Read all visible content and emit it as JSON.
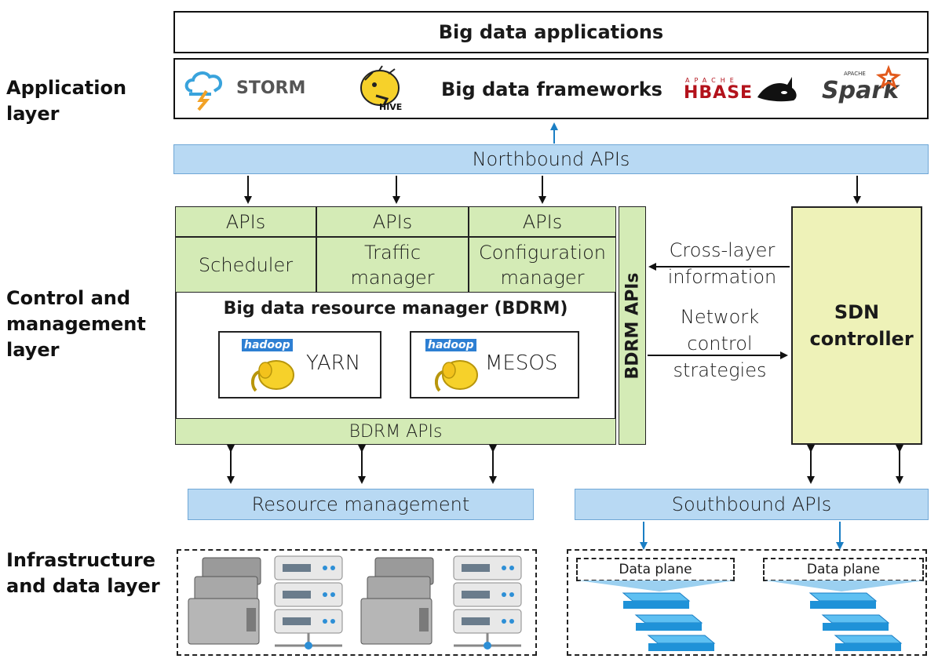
{
  "layers": {
    "application": "Application layer",
    "control": "Control and management layer",
    "infrastructure": "Infrastructure and data layer"
  },
  "apps": {
    "title": "Big data applications",
    "frameworks": "Big data frameworks",
    "logos": {
      "storm": "STORM",
      "hive": "HIVE",
      "hbase": "HBASE",
      "hbase_apache": "APACHE",
      "spark": "Spark",
      "spark_apache": "APACHE"
    }
  },
  "northbound": "Northbound APIs",
  "bdrm": {
    "apis": [
      "APIs",
      "APIs",
      "APIs"
    ],
    "scheduler": "Scheduler",
    "traffic": "Traffic manager",
    "configuration": "Configuration manager",
    "title": "Big data resource manager (BDRM)",
    "yarn": "YARN",
    "mesos": "MESOS",
    "hadoop": "hadoop",
    "bottom_apis": "BDRM APIs",
    "vertical_apis": "BDRM APIs"
  },
  "cross_layer": "Cross-layer information",
  "network_control": "Network control strategies",
  "sdn": "SDN controller",
  "resource_mgmt": "Resource management",
  "southbound": "Southbound APIs",
  "data_plane": [
    "Data plane",
    "Data plane"
  ],
  "colors": {
    "api_blue": "#b8d9f3",
    "bdrm_green": "#d4ebb6",
    "sdn_yellow": "#eef2b8",
    "arrow_blue": "#1a7ec4"
  }
}
